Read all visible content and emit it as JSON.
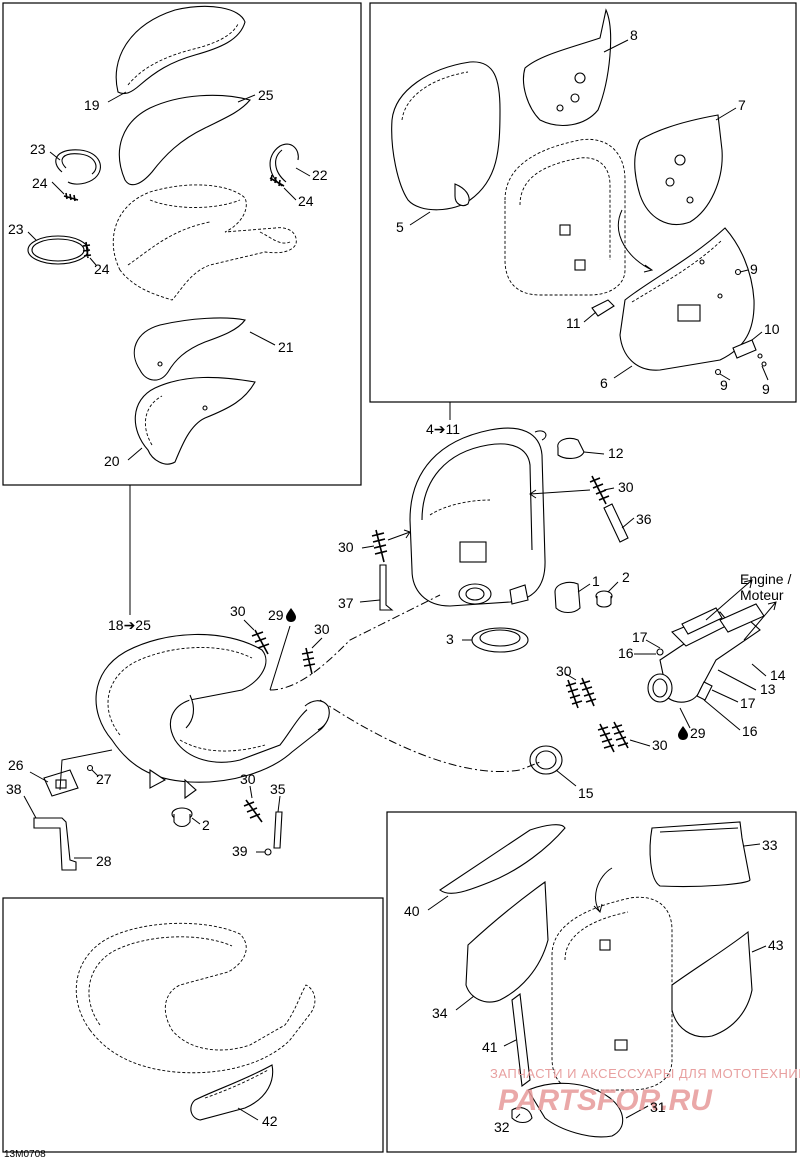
{
  "labels": {
    "l1": "1",
    "l2a": "2",
    "l2b": "2",
    "l3": "3",
    "l4": "4➔11",
    "l5": "5",
    "l6": "6",
    "l7": "7",
    "l8": "8",
    "l9a": "9",
    "l9b": "9",
    "l9c": "9",
    "l10": "10",
    "l11": "11",
    "l12": "12",
    "l13": "13",
    "l14": "14",
    "l15": "15",
    "l16a": "16",
    "l16b": "16",
    "l17a": "17",
    "l17b": "17",
    "l18": "18➔25",
    "l19": "19",
    "l20": "20",
    "l21": "21",
    "l22": "22",
    "l23a": "23",
    "l23b": "23",
    "l24a": "24",
    "l24b": "24",
    "l24c": "24",
    "l25": "25",
    "l26": "26",
    "l27": "27",
    "l28": "28",
    "l29a": "29",
    "l29b": "29",
    "l30a": "30",
    "l30b": "30",
    "l30c": "30",
    "l30d": "30",
    "l30e": "30",
    "l30f": "30",
    "l30g": "30",
    "l31": "31",
    "l32": "32",
    "l33": "33",
    "l34": "34",
    "l35": "35",
    "l36": "36",
    "l37": "37",
    "l38": "38",
    "l39": "39",
    "l40": "40",
    "l41": "41",
    "l42": "42",
    "l43": "43"
  },
  "engine_label": {
    "line1": "Engine /",
    "line2": "Moteur"
  },
  "diagram_code": "13M0708",
  "watermark": {
    "line1": "ЗАПЧАСТИ И АКСЕССУАРЫ ДЛЯ МОТОТЕХНИКИ",
    "line2": "PARTSFOR.RU"
  },
  "colors": {
    "ink": "#000000",
    "watermark": "#e79a9a",
    "paper": "#ffffff"
  }
}
